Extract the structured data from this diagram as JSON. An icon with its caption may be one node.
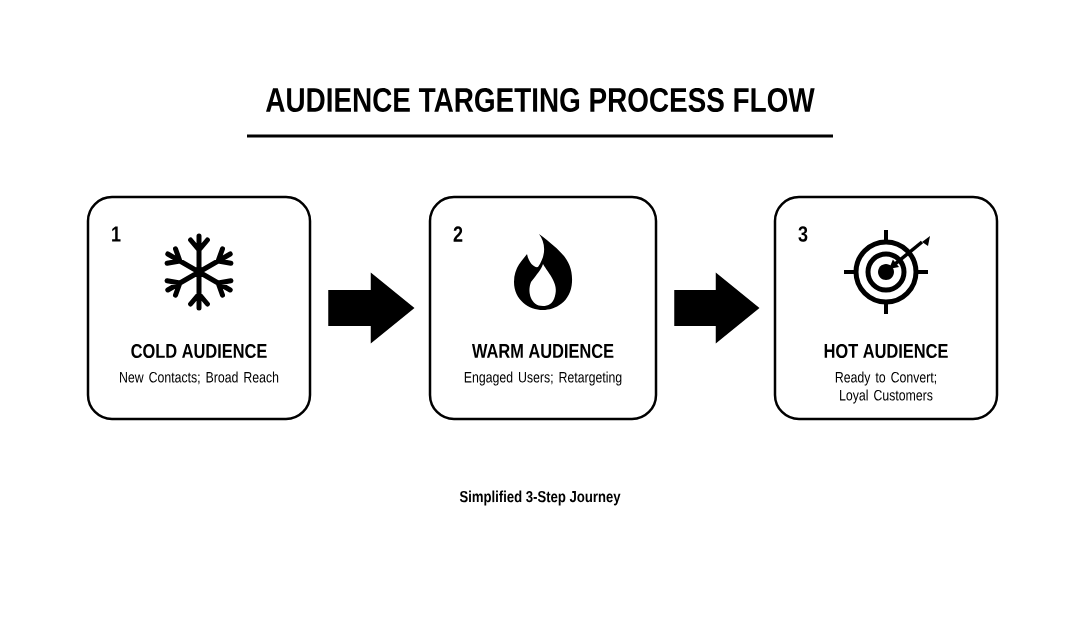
{
  "diagram": {
    "title": "AUDIENCE TARGETING PROCESS FLOW",
    "caption": "Simplified 3-Step Journey",
    "nodes": [
      {
        "text": [
          "1",
          "COLD AUDIENCE",
          "New Contacts; Broad Reach"
        ]
      },
      {
        "text": [
          "2",
          "WARM AUDIENCE",
          "Engaged Users; Retargeting"
        ]
      },
      {
        "text": [
          "3",
          "HOT AUDIENCE",
          "Ready to Convert; Loyal Customers"
        ]
      }
    ],
    "edges": [
      {
        "from": 0,
        "to": 1,
        "arrow": "to"
      },
      {
        "from": 1,
        "to": 2,
        "arrow": "to"
      }
    ]
  }
}
